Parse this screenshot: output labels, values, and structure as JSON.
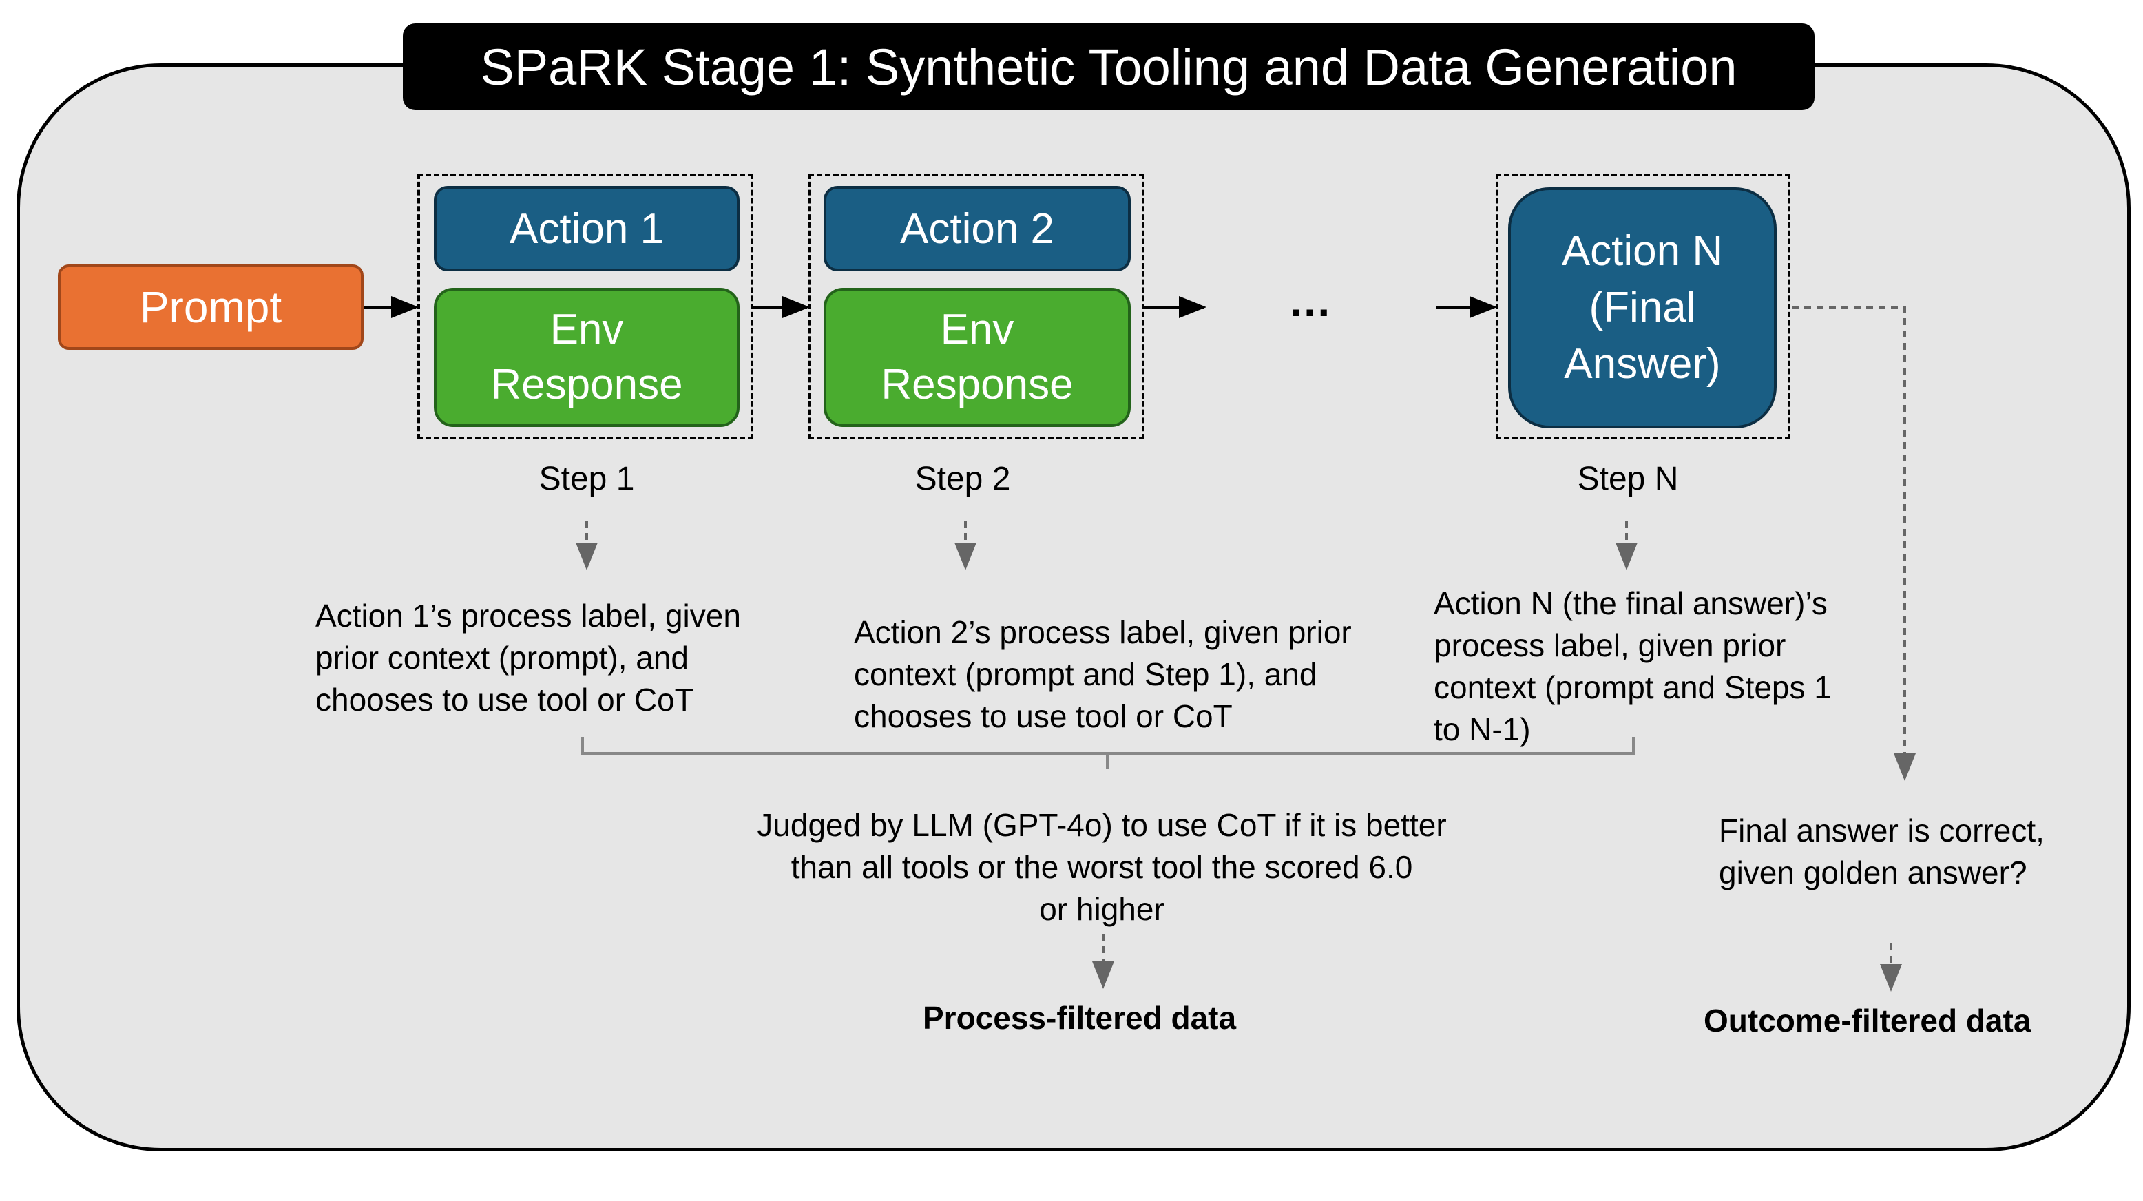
{
  "title": "SPaRK Stage 1: Synthetic Tooling and Data Generation",
  "prompt_label": "Prompt",
  "steps": [
    {
      "action": "Action 1",
      "env": "Env\nResponse",
      "label": "Step 1",
      "description": "Action 1’s process label, given\nprior context (prompt), and\nchooses to use tool or CoT"
    },
    {
      "action": "Action 2",
      "env": "Env\nResponse",
      "label": "Step 2",
      "description": "Action 2’s process label, given prior\ncontext (prompt and Step 1), and\nchooses to use tool or CoT"
    },
    {
      "action": "Action N\n(Final\nAnswer)",
      "label": "Step N",
      "description": "Action N (the final answer)’s\nprocess label, given prior\ncontext (prompt and Steps 1\nto N-1)"
    }
  ],
  "ellipsis": "…",
  "judge_text": "Judged by LLM (GPT-4o) to use CoT if it is better\nthan all tools or the worst tool the scored 6.0\nor higher",
  "process_output": "Process-filtered data",
  "outcome_question": "Final answer is correct,\ngiven golden answer?",
  "outcome_output": "Outcome-filtered data"
}
